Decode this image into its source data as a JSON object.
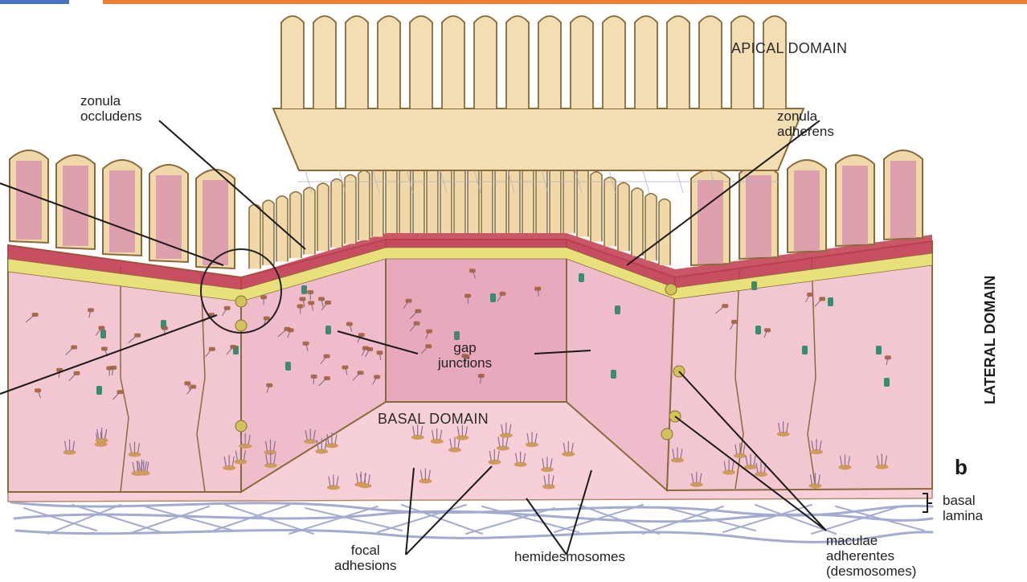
{
  "labels": {
    "apical_domain": "APICAL DOMAIN",
    "zonula_occludens": "zonula\noccludens",
    "zonula_adherens": "zonula\nadherens",
    "lateral_domain": "LATERAL DOMAIN",
    "gap_junctions": "gap\njunctions",
    "basal_domain": "BASAL DOMAIN",
    "panel_letter": "b",
    "basal_lamina": "basal\nlamina",
    "focal_adhesions": "focal\nadhesions",
    "hemidesmosomes": "hemidesmosomes",
    "maculae_adherentes": "maculae\nadherentes\n(desmosomes)"
  },
  "colors": {
    "top_bar": "#ee7d31",
    "top_bar_left": "#4472c4",
    "microvilli_fill": "#f0d8a8",
    "microvilli_stroke": "#8a6a3a",
    "cell_fill": "#f2c7d2",
    "cell_dark": "#d996ad",
    "occludens_band": "#c0394e",
    "adherens_band": "#e8e07a",
    "gap_junction": "#3e8a70",
    "desmosome": "#a3603a",
    "basal_lamina": "#9aa3cc"
  }
}
